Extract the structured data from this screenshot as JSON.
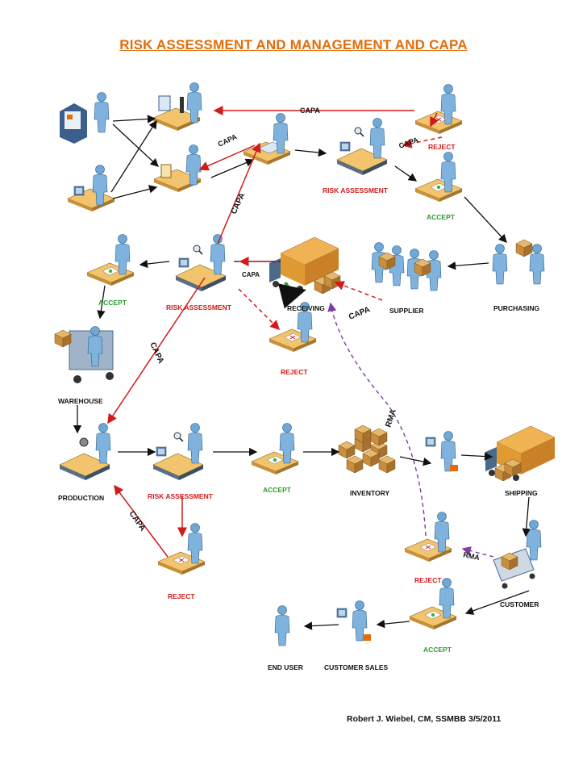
{
  "title": "RISK ASSESSMENT AND MANAGEMENT AND CAPA",
  "labels": {
    "capa_top": "CAPA",
    "capa_1": "CAPA",
    "capa_2": "CAPA",
    "capa_3": "CAPA",
    "capa_4": "CAPA",
    "capa_5": "CAPA",
    "capa_6": "CAPA",
    "capa_7": "CAPA",
    "rma_1": "RMA",
    "rma_2": "RMA",
    "reject": "REJECT",
    "accept": "ACCEPT",
    "risk_assessment": "RISK ASSESSMENT",
    "receiving": "RECEIVING",
    "supplier": "SUPPLIER",
    "purchasing": "PURCHASING",
    "warehouse": "WAREHOUSE",
    "production": "PRODUCTION",
    "inventory": "INVENTORY",
    "shipping": "SHIPPING",
    "customer": "CUSTOMER",
    "end_user": "END USER",
    "customer_sales": "CUSTOMER SALES"
  },
  "author": "Robert J. Wiebel, CM, SSMBB 3/5/2011",
  "colors": {
    "title": "#e36c09",
    "accept": "#2e9b2e",
    "reject": "#d11a1a",
    "capa_arrow": "#d11a1a",
    "rma_arrow": "#7b3fa0"
  }
}
